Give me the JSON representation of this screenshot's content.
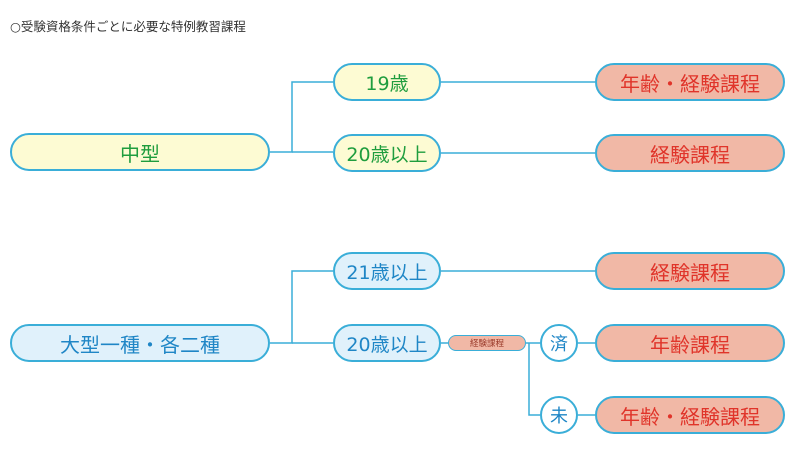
{
  "title": "○受験資格条件ごとに必要な特例教習課程",
  "colors": {
    "line": "#3aaed8",
    "midsize": "#fdfbd3",
    "large": "#e0f1fb",
    "course": "#f1b8a6"
  },
  "midsize": {
    "category": "中型",
    "branches": [
      {
        "age": "19歳",
        "course": "年齢・経験課程"
      },
      {
        "age": "20歳以上",
        "course": "経験課程"
      }
    ]
  },
  "large": {
    "category": "大型一種・各二種",
    "branches": [
      {
        "age": "21歳以上",
        "course": "経験課程"
      },
      {
        "age": "20歳以上",
        "condition": "経験課程",
        "outcomes": [
          {
            "status": "済",
            "course": "年齢課程"
          },
          {
            "status": "未",
            "course": "年齢・経験課程"
          }
        ]
      }
    ]
  }
}
